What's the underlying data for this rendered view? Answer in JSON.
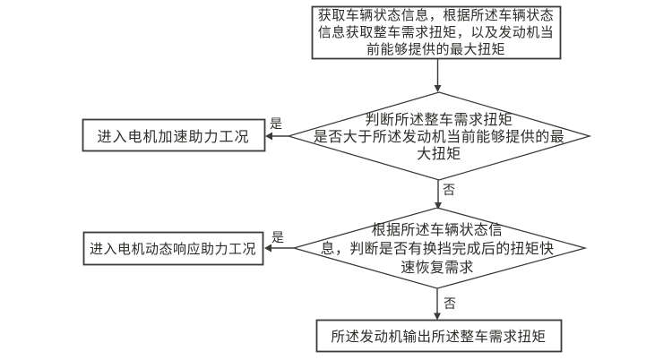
{
  "canvas": {
    "background": "#ffffff",
    "line_color": "#3d3b38",
    "text_color": "#2e2c29"
  },
  "nodes": {
    "start": {
      "lines": [
        "获取车辆状态信息，根据所述车辆状态",
        "信息获取整车需求扭矩，以及发动机当",
        "前能够提供的最大扭矩"
      ]
    },
    "decision1": {
      "lines": [
        "判断所述整车需求扭矩",
        "是否大于所述发动机当前能够提供的最",
        "大扭矩"
      ]
    },
    "yes1_box": {
      "text": "进入电机加速助力工况"
    },
    "decision2": {
      "lines": [
        "根据所述车辆状态信",
        "息，判断是否有换挡完成后的扭矩快",
        "速恢复需求"
      ]
    },
    "yes2_box": {
      "text": "进入电机动态响应助力工况"
    },
    "end_box": {
      "text": "所述发动机输出所述整车需求扭矩"
    }
  },
  "edge_labels": {
    "decision1_yes": "是",
    "decision1_no": "否",
    "decision2_yes": "是",
    "decision2_no": "否"
  }
}
